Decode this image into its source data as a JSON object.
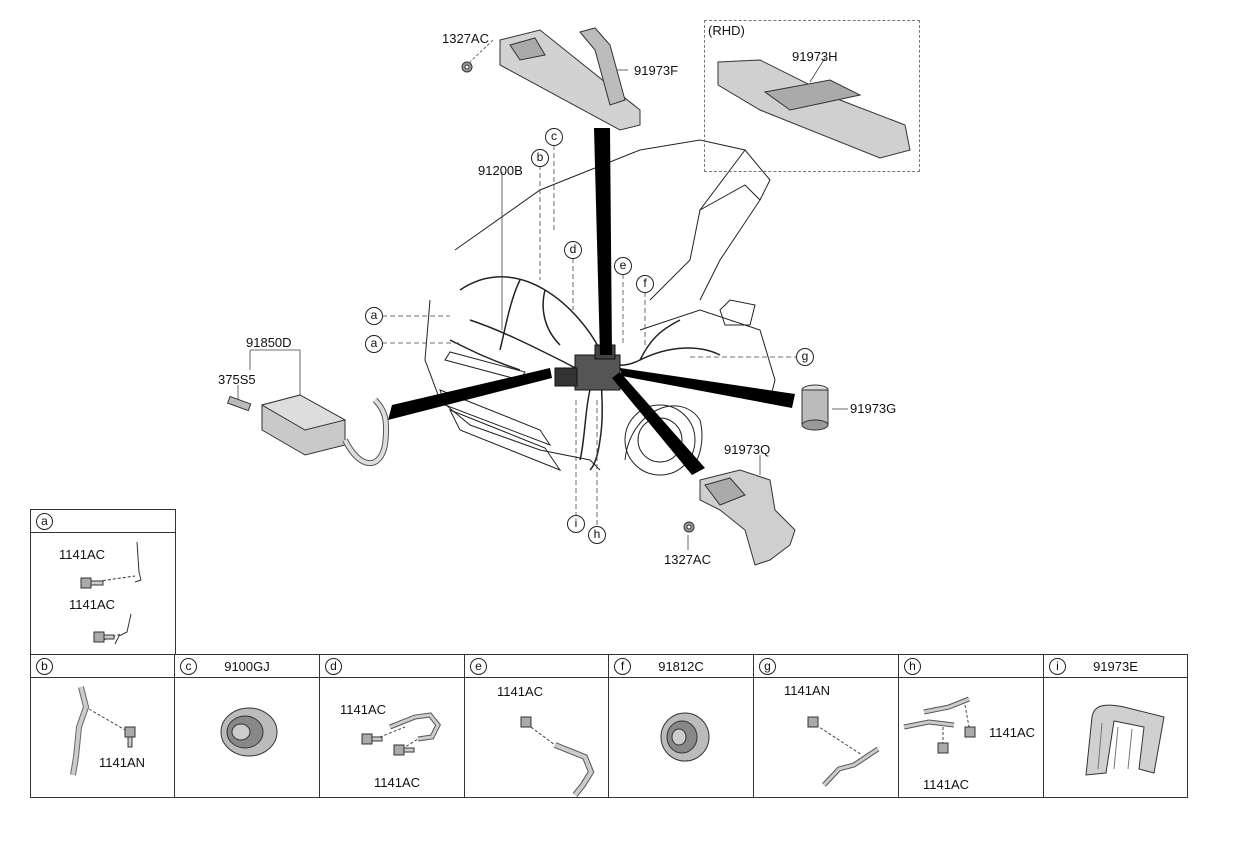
{
  "main_labels": {
    "p_1327ac_top": "1327AC",
    "p_91973f": "91973F",
    "rhd": "(RHD)",
    "p_91973h": "91973H",
    "p_91200b": "91200B",
    "p_91850d": "91850D",
    "p_375s5": "375S5",
    "p_91973g": "91973G",
    "p_91973q": "91973Q",
    "p_1327ac_bottom": "1327AC"
  },
  "callouts": {
    "a1": "a",
    "a2": "a",
    "b": "b",
    "c": "c",
    "d": "d",
    "e": "e",
    "f": "f",
    "g": "g",
    "h": "h",
    "i": "i"
  },
  "detail_a": {
    "letter": "a",
    "label_top": "1141AC",
    "label_bottom": "1141AC"
  },
  "detail_cells": [
    {
      "letter": "b",
      "code": "",
      "labels": [
        "1141AN"
      ]
    },
    {
      "letter": "c",
      "code": "9100GJ",
      "labels": []
    },
    {
      "letter": "d",
      "code": "",
      "labels": [
        "1141AC",
        "1141AC"
      ]
    },
    {
      "letter": "e",
      "code": "",
      "labels": [
        "1141AC"
      ]
    },
    {
      "letter": "f",
      "code": "91812C",
      "labels": []
    },
    {
      "letter": "g",
      "code": "",
      "labels": [
        "1141AN"
      ]
    },
    {
      "letter": "h",
      "code": "",
      "labels": [
        "1141AC",
        "1141AC"
      ]
    },
    {
      "letter": "i",
      "code": "91973E",
      "labels": []
    }
  ]
}
